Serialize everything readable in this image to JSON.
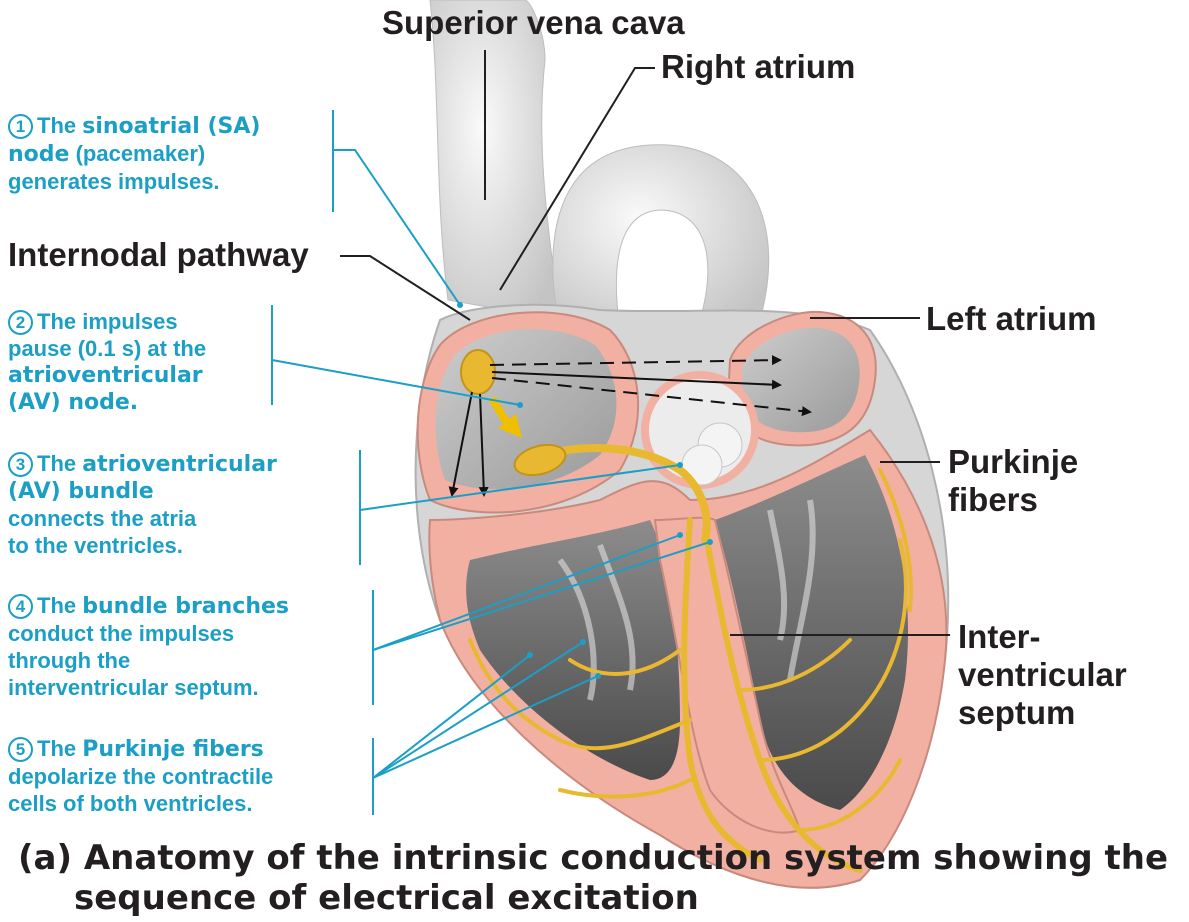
{
  "labels": {
    "svc": "Superior vena cava",
    "ra": "Right atrium",
    "internodal": "Internodal pathway",
    "la": "Left atrium",
    "purkinje_1": "Purkinje",
    "purkinje_2": "fibers",
    "ivs_1": "Inter-",
    "ivs_2": "ventricular",
    "ivs_3": "septum"
  },
  "steps": [
    {
      "num": "1",
      "a": "The",
      "b": "sinoatrial (SA)",
      "c": "node",
      "d": "(pacemaker)",
      "e": "generates impulses."
    },
    {
      "num": "2",
      "a": "The impulses",
      "b": "pause (0.1 s) at the",
      "c": "atrioventricular",
      "d": "(AV) node."
    },
    {
      "num": "3",
      "a": "The",
      "b": "atrioventricular",
      "c": "(AV) bundle",
      "d": "connects the atria",
      "e": "to the ventricles."
    },
    {
      "num": "4",
      "a": "The",
      "b": "bundle branches",
      "c": "conduct the impulses",
      "d": "through the",
      "e": "interventricular septum."
    },
    {
      "num": "5",
      "a": "The",
      "b": "Purkinje fibers",
      "c": "depolarize the contractile",
      "d": "cells of both ventricles."
    }
  ],
  "caption": {
    "line1": "(a) Anatomy of the intrinsic conduction system showing the",
    "line2": "sequence of electrical excitation"
  },
  "colors": {
    "accent_text": "#1b9fc6",
    "label_text": "#231f20",
    "myocardium": "#f2b0a3",
    "conduction": "#e8b830",
    "chamber": "#d9d9d9"
  }
}
